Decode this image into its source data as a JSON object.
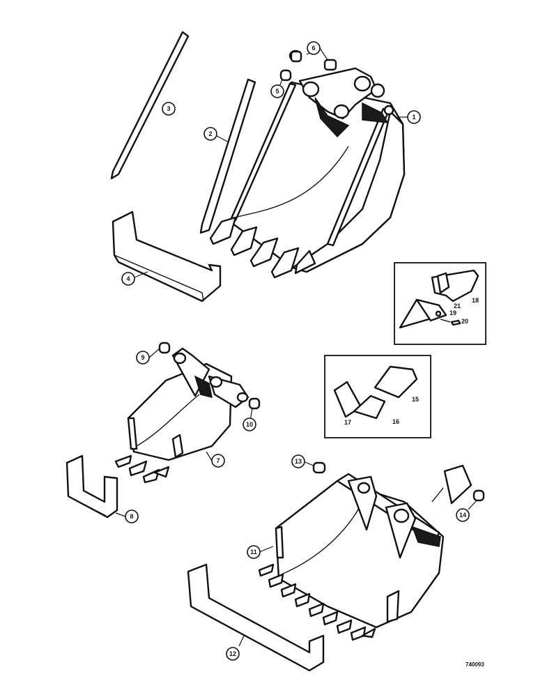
{
  "drawing_number": "740093",
  "callouts": {
    "c1": "1",
    "c2": "2",
    "c3": "3",
    "c4": "4",
    "c5": "5",
    "c6": "6",
    "c7": "7",
    "c8": "8",
    "c9": "9",
    "c10": "10",
    "c11": "11",
    "c12": "12",
    "c13": "13",
    "c14": "14"
  },
  "inset_top": {
    "t18": "18",
    "t19": "19",
    "t20": "20",
    "t21": "21"
  },
  "inset_mid": {
    "t15": "15",
    "t16": "16",
    "t17": "17"
  }
}
